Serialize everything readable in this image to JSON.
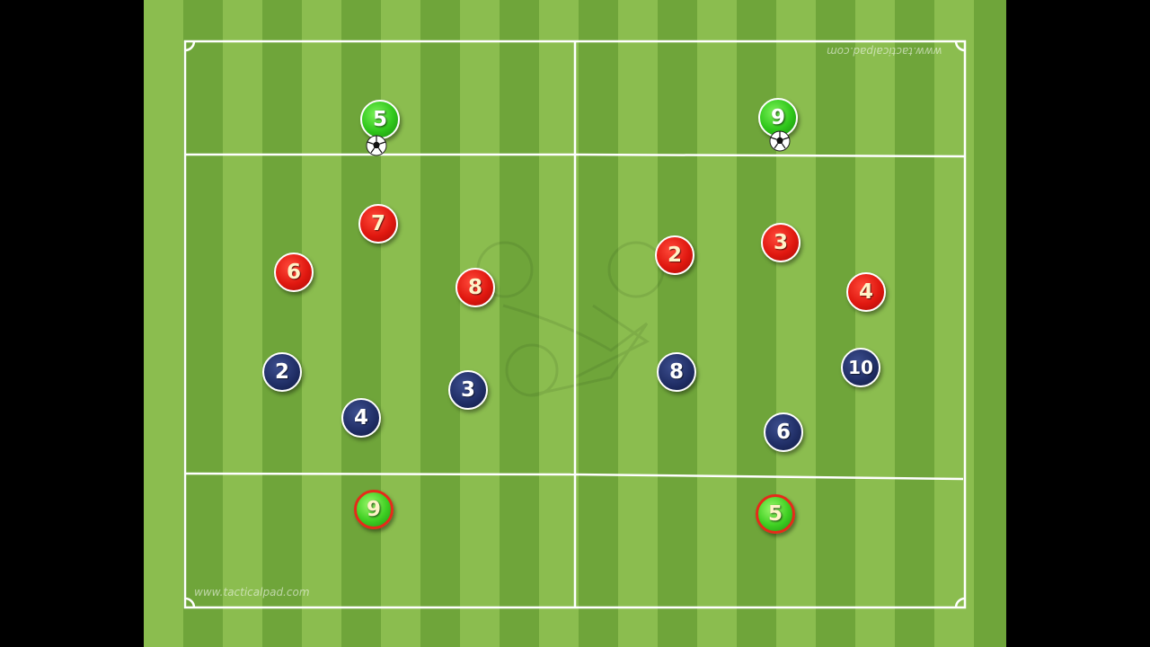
{
  "watermarks": {
    "bottom": "www.tacticalpad.com",
    "top_mirrored": "www.tacticalpad.com"
  },
  "colors": {
    "stripe_light": "#8bbd4f",
    "stripe_dark": "#6fa53a",
    "line": "#ffffff",
    "red_team": "#e01810",
    "navy_team": "#1f2d64",
    "green_team": "#2fc61a"
  },
  "players": {
    "top_left_green": "5",
    "top_right_green": "9",
    "red_7": "7",
    "red_6": "6",
    "red_8": "8",
    "red_2": "2",
    "red_3": "3",
    "red_4": "4",
    "navy_2": "2",
    "navy_4": "4",
    "navy_3": "3",
    "navy_8": "8",
    "navy_10": "10",
    "navy_6": "6",
    "bottom_left_green": "9",
    "bottom_right_green": "5"
  },
  "icons": [
    "soccer-ball-icon",
    "faded-logo-watermark"
  ]
}
